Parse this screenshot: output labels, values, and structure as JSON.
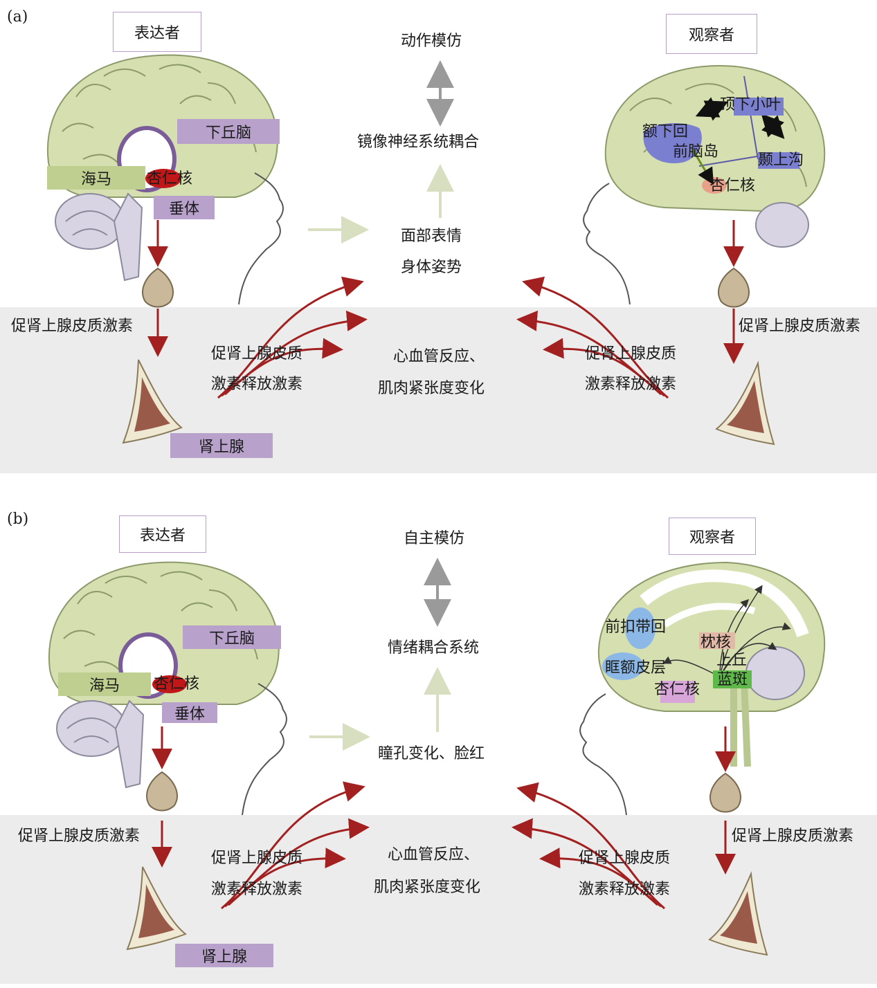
{
  "panel_a": {
    "letter": "(a)",
    "left_role": "表达者",
    "right_role": "观察者",
    "top_text": "动作模仿",
    "coupling": "镜像神经系统耦合",
    "expression": [
      "面部表情",
      "身体姿势"
    ],
    "center": [
      "心血管反应、",
      "肌肉紧张度变化"
    ],
    "acth": "促肾上腺皮质激素",
    "crh": [
      "促肾上腺皮质",
      "激素释放激素"
    ],
    "left_brain": {
      "hypothalamus": "下丘脑",
      "hippocampus": "海马",
      "amygdala": "杏仁核",
      "pituitary": "垂体",
      "adrenal": "肾上腺"
    },
    "right_brain": {
      "ipl": "顶下小叶",
      "ifg": "额下回",
      "insula": "前脑岛",
      "sts": "颞上沟",
      "amygdala": "杏仁核"
    }
  },
  "panel_b": {
    "letter": "(b)",
    "left_role": "表达者",
    "right_role": "观察者",
    "top_text": "自主模仿",
    "coupling": "情绪耦合系统",
    "expression": [
      "瞳孔变化、脸红"
    ],
    "center": [
      "心血管反应、",
      "肌肉紧张度变化"
    ],
    "acth": "促肾上腺皮质激素",
    "crh": [
      "促肾上腺皮质",
      "激素释放激素"
    ],
    "left_brain": {
      "hypothalamus": "下丘脑",
      "hippocampus": "海马",
      "amygdala": "杏仁核",
      "pituitary": "垂体",
      "adrenal": "肾上腺"
    },
    "right_brain": {
      "acc": "前扣带回",
      "pulvinar": "枕核",
      "sc": "上丘",
      "ofc": "眶额皮层",
      "lc": "蓝斑",
      "amygdala": "杏仁核"
    }
  },
  "colors": {
    "brain": "#d6dfb0",
    "band": "#ececec",
    "arrow_red": "#a32020",
    "arrow_gray": "#9a9a9a",
    "arrow_light": "#d8dfc0"
  }
}
